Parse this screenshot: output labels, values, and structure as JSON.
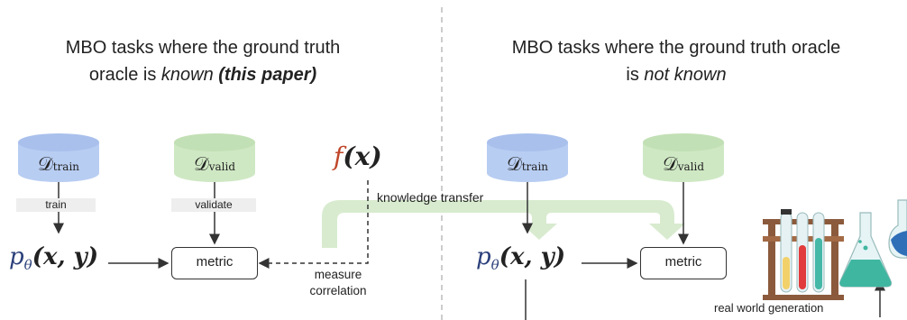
{
  "left": {
    "heading_line1": "MBO tasks where the ground truth",
    "heading_line2_prefix": "oracle is ",
    "heading_known": "known",
    "heading_paper": "(this paper)",
    "dtrain_sym": "𝒟",
    "dtrain_sub": "train",
    "dvalid_sym": "𝒟",
    "dvalid_sub": "valid",
    "train_label": "train",
    "validate_label": "validate",
    "model_label": "p",
    "model_sub": "θ",
    "model_args": "(x, y)",
    "metric_label": "metric",
    "oracle_f": "f",
    "oracle_args": "(x)",
    "measure_label_1": "measure",
    "measure_label_2": "correlation"
  },
  "right": {
    "heading_line1": "MBO tasks where the ground truth oracle",
    "heading_line2_prefix": "is ",
    "heading_not_known": "not known",
    "dtrain_sym": "𝒟",
    "dtrain_sub": "train",
    "dvalid_sym": "𝒟",
    "dvalid_sub": "valid",
    "model_label": "p",
    "model_sub": "θ",
    "model_args": "(x, y)",
    "metric_label": "metric",
    "real_world_label": "real world generation"
  },
  "transfer_label": "knowledge transfer",
  "colors": {
    "train_cylinder": "#b8cdf2",
    "valid_cylinder": "#cfe8c4",
    "transfer_arrow": "#d8ebcf",
    "oracle_f": "#c0462a",
    "model_text": "#2a3f7a",
    "divider": "#bbbbbb"
  }
}
